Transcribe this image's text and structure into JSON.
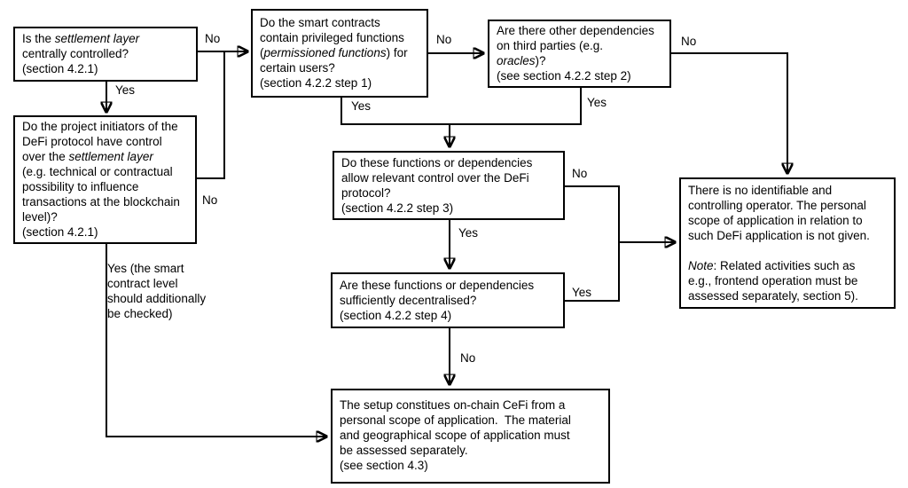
{
  "diagram": {
    "type": "flowchart",
    "colors": {
      "background": "#ffffff",
      "line": "#000000",
      "box_border": "#000000",
      "text": "#000000"
    },
    "nodes": [
      {
        "id": "settlement-layer-question",
        "segments": [
          {
            "t": "Is the "
          },
          {
            "t": "settlement layer",
            "i": true
          },
          {
            "t": "\ncentrally controlled?\n(section 4.2.1)"
          }
        ]
      },
      {
        "id": "project-initiators-question",
        "segments": [
          {
            "t": "Do the project initiators of the\nDeFi protocol have control\nover the "
          },
          {
            "t": "settlement layer",
            "i": true
          },
          {
            "t": "\n(e.g. technical or contractual\npossibility to influence\ntransactions at the blockchain\nlevel)?\n(section 4.2.1)"
          }
        ]
      },
      {
        "id": "privileged-functions-question",
        "segments": [
          {
            "t": "Do the smart contracts\ncontain privileged functions\n("
          },
          {
            "t": "permissioned functions",
            "i": true
          },
          {
            "t": ") for\ncertain users?\n(section 4.2.2 step 1)"
          }
        ]
      },
      {
        "id": "third-party-dependencies-question",
        "segments": [
          {
            "t": "Are there other dependencies\non third parties (e.g.\n"
          },
          {
            "t": "oracles",
            "i": true
          },
          {
            "t": ")?\n(see section 4.2.2 step 2)"
          }
        ]
      },
      {
        "id": "relevant-control-question",
        "segments": [
          {
            "t": "Do these functions or dependencies\nallow relevant control over the DeFi\nprotocol?\n(section 4.2.2 step 3)"
          }
        ]
      },
      {
        "id": "sufficiently-decentralised-question",
        "segments": [
          {
            "t": "Are these functions or dependencies\nsufficiently decentralised?\n(section 4.2.2 step 4)"
          }
        ]
      },
      {
        "id": "no-identifiable-operator-outcome",
        "segments": [
          {
            "t": "There is no identifiable and\ncontrolling operator. The personal\nscope of application in relation to\nsuch DeFi application is not given.\n\n"
          },
          {
            "t": "Note",
            "i": true
          },
          {
            "t": ": Related activities such as\ne.g., frontend operation must be\nassessed separately, section 5)."
          }
        ]
      },
      {
        "id": "onchain-cefi-outcome",
        "segments": [
          {
            "t": "The setup constitues on-chain CeFi from a\npersonal scope of application.  The material\nand geographical scope of application must\nbe assessed separately.\n(see section 4.3)"
          }
        ]
      }
    ],
    "edge_labels": [
      {
        "id": "settlement-no",
        "text": "No"
      },
      {
        "id": "settlement-yes",
        "text": "Yes"
      },
      {
        "id": "initiators-no",
        "text": "No"
      },
      {
        "id": "initiators-yes",
        "text": "Yes (the smart\ncontract level\nshould additionally\nbe checked)"
      },
      {
        "id": "privileged-no",
        "text": "No"
      },
      {
        "id": "privileged-yes",
        "text": "Yes"
      },
      {
        "id": "dependencies-yes",
        "text": "Yes"
      },
      {
        "id": "dependencies-no",
        "text": "No"
      },
      {
        "id": "control-no",
        "text": "No"
      },
      {
        "id": "control-yes",
        "text": "Yes"
      },
      {
        "id": "decentralised-yes",
        "text": "Yes"
      },
      {
        "id": "decentralised-no",
        "text": "No"
      }
    ]
  }
}
